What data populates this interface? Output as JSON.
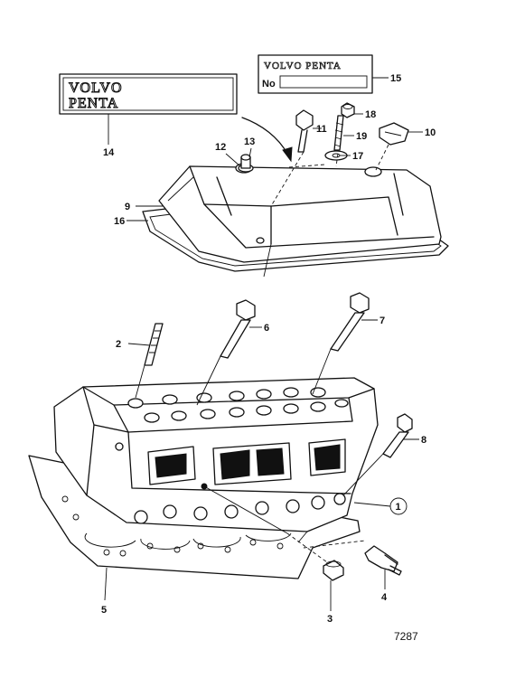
{
  "decal_large": {
    "line1": "VOLVO",
    "line2": "PENTA"
  },
  "plate": {
    "brand": "VOLVO PENTA",
    "no_label": "No"
  },
  "callouts": {
    "c1": "1",
    "c2": "2",
    "c3": "3",
    "c4": "4",
    "c5": "5",
    "c6": "6",
    "c7": "7",
    "c8": "8",
    "c9": "9",
    "c10": "10",
    "c11": "11",
    "c12": "12",
    "c13": "13",
    "c14": "14",
    "c15": "15",
    "c16": "16",
    "c17": "17",
    "c18": "18",
    "c19": "19"
  },
  "figure_number": "7287"
}
